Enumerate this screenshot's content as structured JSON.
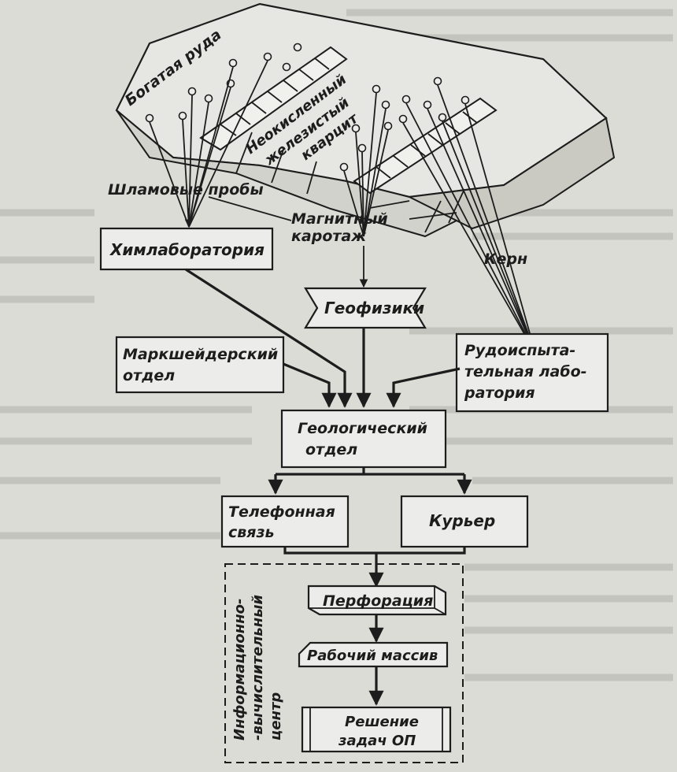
{
  "labels": {
    "rich_ore": "Богатая руда",
    "quartzite_1": "Неокисленный",
    "quartzite_2": "железистый",
    "quartzite_3": "кварцит",
    "slime_samples": "Шламовые пробы",
    "magnetic_1": "Магнитный",
    "magnetic_2": "каротаж",
    "core": "Керн"
  },
  "nodes": {
    "chemlab": "Химлаборатория",
    "geophysics": "Геофизики",
    "survey_1": "Маркшейдерский",
    "survey_2": "отдел",
    "orelab_1": "Рудоиспыта-",
    "orelab_2": "тельная лабо-",
    "orelab_3": "ратория",
    "geology_1": "Геологический",
    "geology_2": "отдел",
    "phone_1": "Телефонная",
    "phone_2": "связь",
    "courier": "Курьер",
    "perforation": "Перфорация",
    "workarray": "Рабочий массив",
    "solve_1": "Решение",
    "solve_2": "задач ОП"
  },
  "center": {
    "line_1": "Информационно-",
    "line_2": "-вычислительный",
    "line_3": "центр"
  },
  "colors": {
    "ink": "#1d1d1d",
    "paper": "#dcdcd6",
    "box_fill": "#ececea"
  }
}
